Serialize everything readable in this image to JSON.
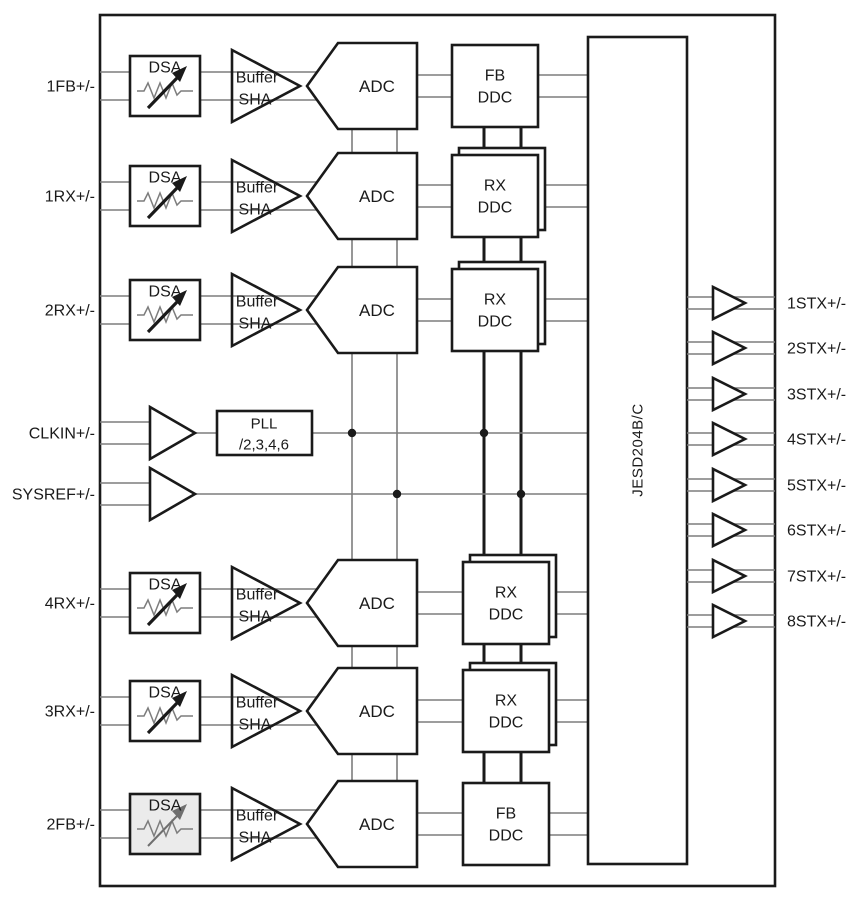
{
  "colors": {
    "ink": "#1a1a1a",
    "line": "#7d7d7d",
    "background": "#ffffff",
    "shaded_fill": "#ebebeb",
    "shaded_arrow": "#6f6f6f"
  },
  "rows": [
    {
      "port": "1FB+/-",
      "dsa": "DSA",
      "buffer_line1": "Buffer",
      "buffer_line2": "SHA",
      "adc": "ADC",
      "ddc_line1": "FB",
      "ddc_line2": "DDC",
      "ddc_stacked": false,
      "dsa_shaded": false
    },
    {
      "port": "1RX+/-",
      "dsa": "DSA",
      "buffer_line1": "Buffer",
      "buffer_line2": "SHA",
      "adc": "ADC",
      "ddc_line1": "RX",
      "ddc_line2": "DDC",
      "ddc_stacked": true,
      "dsa_shaded": false
    },
    {
      "port": "2RX+/-",
      "dsa": "DSA",
      "buffer_line1": "Buffer",
      "buffer_line2": "SHA",
      "adc": "ADC",
      "ddc_line1": "RX",
      "ddc_line2": "DDC",
      "ddc_stacked": true,
      "dsa_shaded": false
    },
    {
      "port": "4RX+/-",
      "dsa": "DSA",
      "buffer_line1": "Buffer",
      "buffer_line2": "SHA",
      "adc": "ADC",
      "ddc_line1": "RX",
      "ddc_line2": "DDC",
      "ddc_stacked": true,
      "dsa_shaded": false
    },
    {
      "port": "3RX+/-",
      "dsa": "DSA",
      "buffer_line1": "Buffer",
      "buffer_line2": "SHA",
      "adc": "ADC",
      "ddc_line1": "RX",
      "ddc_line2": "DDC",
      "ddc_stacked": true,
      "dsa_shaded": false
    },
    {
      "port": "2FB+/-",
      "dsa": "DSA",
      "buffer_line1": "Buffer",
      "buffer_line2": "SHA",
      "adc": "ADC",
      "ddc_line1": "FB",
      "ddc_line2": "DDC",
      "ddc_stacked": false,
      "dsa_shaded": true
    }
  ],
  "clock": {
    "clkin_port": "CLKIN+/-",
    "pll_line1": "PLL",
    "pll_line2": "/2,3,4,6",
    "sysref_port": "SYSREF+/-"
  },
  "serdes": {
    "label": "JESD204B/C",
    "ports": [
      "1STX+/-",
      "2STX+/-",
      "3STX+/-",
      "4STX+/-",
      "5STX+/-",
      "6STX+/-",
      "7STX+/-",
      "8STX+/-"
    ]
  }
}
